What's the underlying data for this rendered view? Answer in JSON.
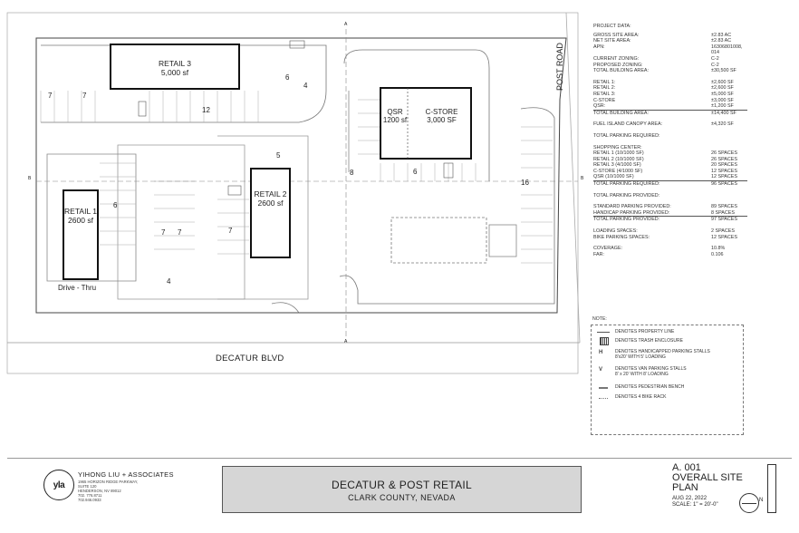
{
  "streets": {
    "south": "DECATUR BLVD",
    "east": "POST ROAD"
  },
  "buildings": {
    "retail3": {
      "name": "RETAIL 3",
      "area": "5,000 sf"
    },
    "retail1": {
      "name": "RETAIL 1",
      "area": "2600 sf"
    },
    "retail2": {
      "name": "RETAIL 2",
      "area": "2600 sf"
    },
    "qsr": {
      "name": "QSR",
      "area": "1200 sf"
    },
    "cstore": {
      "name": "C-STORE",
      "area": "3,000 SF"
    },
    "drive_thru": "Drive - Thru"
  },
  "stall_counts": [
    "7",
    "7",
    "12",
    "6",
    "4",
    "6",
    "7",
    "7",
    "7",
    "5",
    "8",
    "6",
    "16",
    "4"
  ],
  "section_marks": [
    "A",
    "A",
    "B",
    "B"
  ],
  "project_data": {
    "heading": "PROJECT DATA:",
    "site": [
      [
        "GROSS SITE AREA:",
        "±2.83 AC"
      ],
      [
        "NET SITE AREA:",
        "±2.83 AC"
      ],
      [
        "APN:",
        "16306801008, 014"
      ],
      [
        "CURRENT ZONING:",
        "C-2"
      ],
      [
        "PROPOSED ZONING:",
        "C-2"
      ],
      [
        "TOTAL BUILDING AREA:",
        "±30,500 SF"
      ]
    ],
    "buildings": [
      [
        "RETAIL 1:",
        "±2,600 SF"
      ],
      [
        "RETAIL 2:",
        "±2,600 SF"
      ],
      [
        "RETAIL 3:",
        "±5,000 SF"
      ],
      [
        "C-STORE",
        "±3,000 SF"
      ],
      [
        "QSR:",
        "±1,200 SF"
      ],
      [
        "TOTAL BUILDING AREA:",
        "±14,400 SF"
      ]
    ],
    "canopy": [
      "FUEL ISLAND CANOPY AREA:",
      "±4,320 SF"
    ],
    "required_heading": "TOTAL PARKING REQUIRED:",
    "shopping_center": "SHOPPING CENTER:",
    "required": [
      [
        "RETAIL 1 (10/1000 SF)",
        "26 SPACES"
      ],
      [
        "RETAIL 2 (10/1000 SF)",
        "26 SPACES"
      ],
      [
        "RETAIL 3 (4/1000 SF)",
        "20 SPACES"
      ],
      [
        "C-STORE (4/1000 SF)",
        "12 SPACES"
      ],
      [
        "QSR (10/1000 SF)",
        "12 SPACES"
      ],
      [
        "TOTAL PARKING REQUIRED:",
        "96 SPACES"
      ]
    ],
    "provided_heading": "TOTAL PARKING PROVIDED:",
    "provided": [
      [
        "STANDARD PARKING PROVIDED:",
        "89 SPACES"
      ],
      [
        "HANDICAP PARKING PROVIDED:",
        "8 SPACES"
      ],
      [
        "TOTAL PARKING PROVIDED:",
        "97 SPACES"
      ]
    ],
    "other": [
      [
        "LOADING SPACES:",
        "2 SPACES"
      ],
      [
        "BIKE PARKING SPACES:",
        "12 SPACES"
      ]
    ],
    "ratios": [
      [
        "COVERAGE:",
        "10.8%"
      ],
      [
        "FAR:",
        "0.106"
      ]
    ]
  },
  "notes": {
    "heading": "NOTE:",
    "items": [
      {
        "symbol": "",
        "text": "DENOTES PROPERTY LINE"
      },
      {
        "symbol": "",
        "text": "DENOTES TRASH ENCLOSURE"
      },
      {
        "symbol": "H",
        "text": "DENOTES HANDICAPPED PARKING STALLS",
        "text2": "8'x20' WITH 5' LOADING"
      },
      {
        "symbol": "V",
        "text": "DENOTES VAN PARKING STALLS",
        "text2": "8' x 20' WITH 8' LOADING"
      },
      {
        "symbol": "",
        "text": "DENOTES PEDESTRIAN BENCH"
      },
      {
        "symbol": "",
        "text": "DENOTES 4 BIKE RACK"
      }
    ]
  },
  "title_block": {
    "firm": "YIHONG LIU + ASSOCIATES",
    "logo_text": "yla",
    "address": [
      "1965 HORIZON RIDGE PARKWAY,",
      "SUITE 120",
      "HENDERSON, NV 89012",
      "702. 776.8711",
      "702.946.0933"
    ],
    "project": "DECATUR & POST RETAIL",
    "location": "CLARK COUNTY, NEVADA",
    "sheet_no": "A. 001",
    "sheet_title_1": "OVERALL SITE",
    "sheet_title_2": "PLAN",
    "date": "AUG 22, 2022",
    "scale": "SCALE: 1\" = 20'-0\"",
    "north": "N"
  }
}
